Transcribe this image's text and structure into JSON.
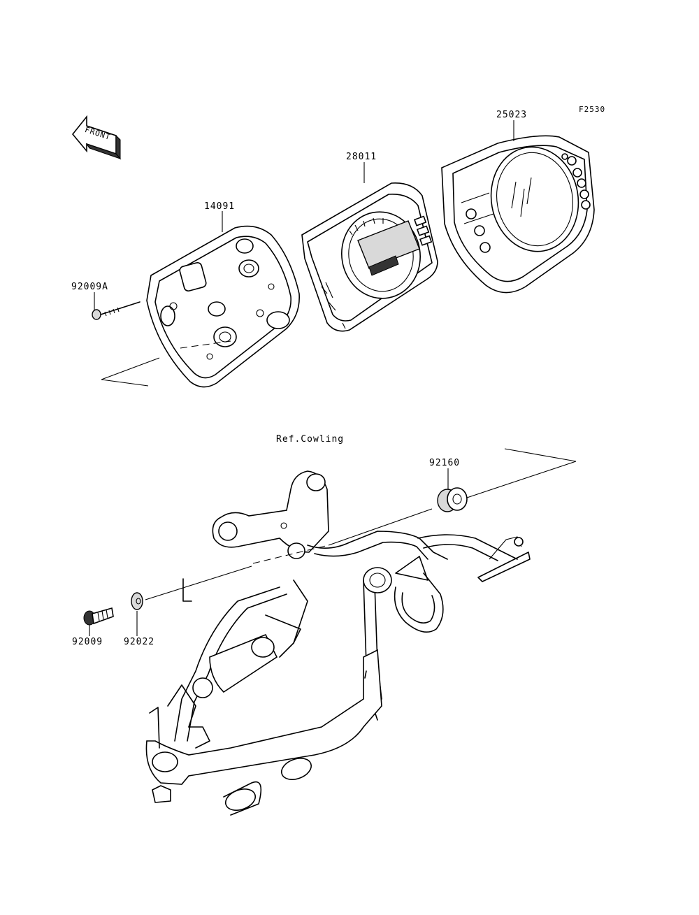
{
  "figure_code": "F2530",
  "front_label": "FRONT",
  "ref_label": "Ref.Cowling",
  "parts": {
    "p25023": "25023",
    "p28011": "28011",
    "p14091": "14091",
    "p92009A": "92009A",
    "p92160": "92160",
    "p92009": "92009",
    "p92022": "92022"
  }
}
